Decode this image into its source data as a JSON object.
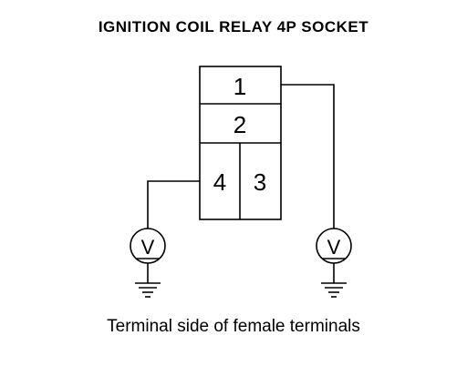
{
  "title": "IGNITION COIL RELAY 4P SOCKET",
  "caption": "Terminal side of female terminals",
  "connector": {
    "terminals": [
      {
        "label": "1"
      },
      {
        "label": "2"
      },
      {
        "label": "4"
      },
      {
        "label": "3"
      }
    ]
  },
  "meters": [
    {
      "symbol": "V",
      "icon": "voltmeter-icon",
      "connected_terminal": "4"
    },
    {
      "symbol": "V",
      "icon": "voltmeter-icon",
      "connected_terminal": "1"
    }
  ],
  "colors": {
    "line": "#000000",
    "background": "#ffffff"
  }
}
